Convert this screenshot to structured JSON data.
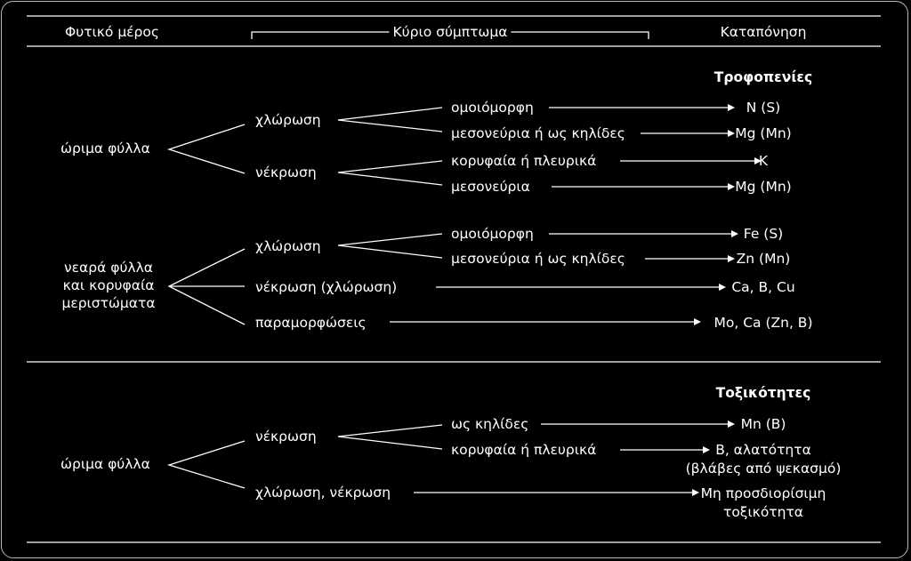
{
  "header": {
    "plant_part": "Φυτικό μέρος",
    "main_symptom": "Κύριο σύμπτωμα",
    "stress": "Καταπόνηση"
  },
  "deficiencies": {
    "title": "Τροφοπενίες",
    "mature_leaves": {
      "label": "ώριμα φύλλα",
      "chlorosis": {
        "label": "χλώρωση",
        "uniform": {
          "label": "ομοιόμορφη",
          "result": "N (S)"
        },
        "interveinal": {
          "label": "μεσονεύρια ή ως κηλίδες",
          "result": "Mg (Mn)"
        }
      },
      "necrosis": {
        "label": "νέκρωση",
        "tip_margin": {
          "label": "κορυφαία ή πλευρικά",
          "result": "K"
        },
        "interveinal": {
          "label": "μεσονεύρια",
          "result": "Mg (Mn)"
        }
      }
    },
    "young_leaves": {
      "label_line1": "νεαρά φύλλα",
      "label_line2": "και κορυφαία",
      "label_line3": "μεριστώματα",
      "chlorosis": {
        "label": "χλώρωση",
        "uniform": {
          "label": "ομοιόμορφη",
          "result": "Fe (S)"
        },
        "interveinal": {
          "label": "μεσονεύρια ή ως κηλίδες",
          "result": "Zn (Mn)"
        }
      },
      "necrosis": {
        "label": "νέκρωση (χλώρωση)",
        "result": "Ca, B, Cu"
      },
      "deformation": {
        "label": "παραμορφώσεις",
        "result": "Mo, Ca (Zn, B)"
      }
    }
  },
  "toxicities": {
    "title": "Τοξικότητες",
    "mature_leaves": {
      "label": "ώριμα φύλλα",
      "necrosis": {
        "label": "νέκρωση",
        "spots": {
          "label": "ως κηλίδες",
          "result": "Mn (B)"
        },
        "tip_margin": {
          "label": "κορυφαία ή πλευρικά",
          "result_line1": "B, αλατότητα",
          "result_line2": "(βλάβες από ψεκασμό)"
        }
      },
      "chlorosis_necrosis": {
        "label": "χλώρωση, νέκρωση",
        "result_line1": "Μη προσδιορίσιμη",
        "result_line2": "τοξικότητα"
      }
    }
  }
}
